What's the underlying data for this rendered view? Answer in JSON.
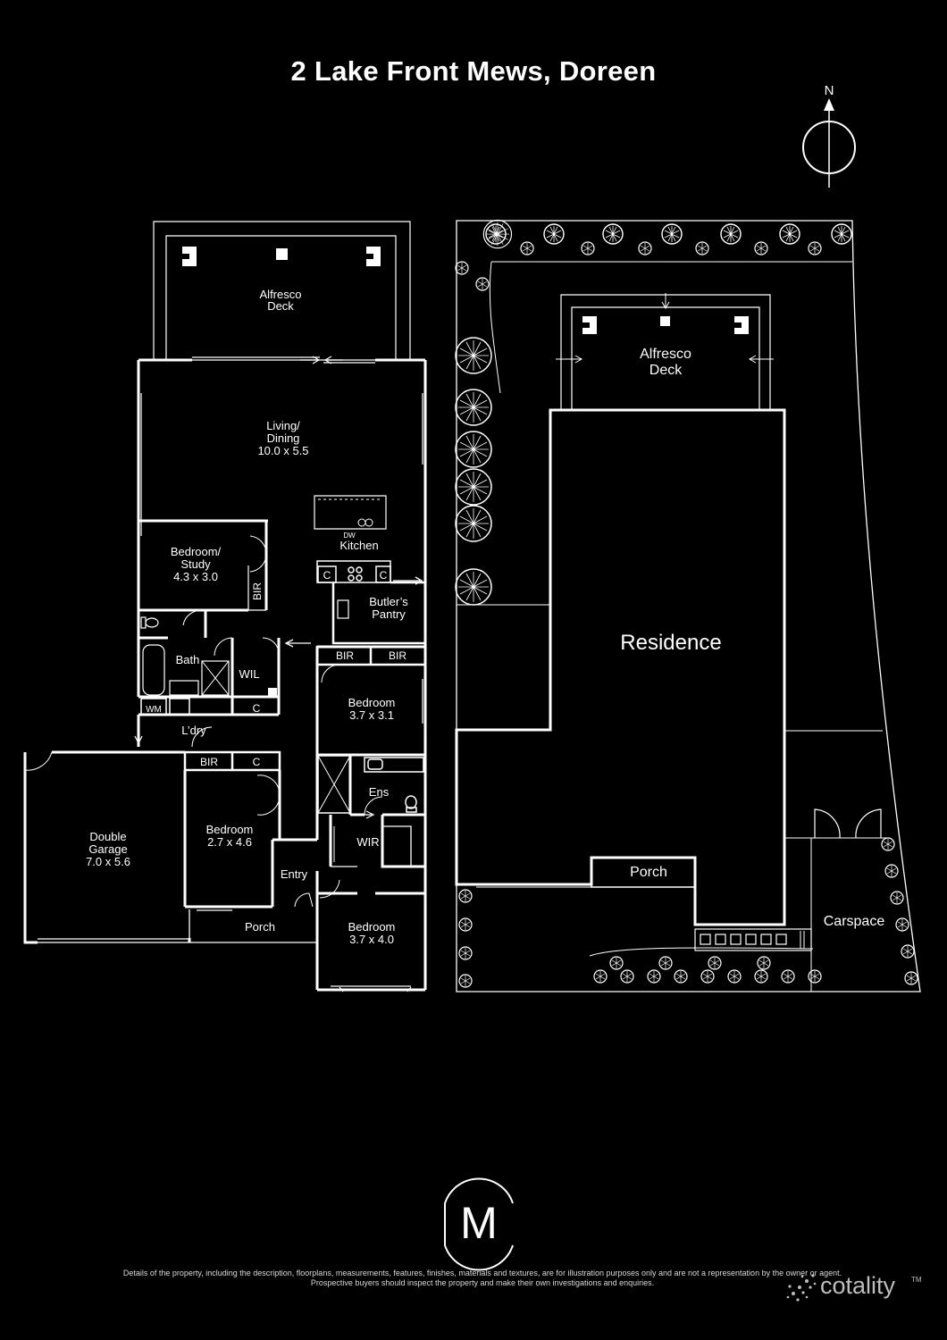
{
  "title": "2 Lake Front Mews, Doreen",
  "compass": {
    "north_label": "N"
  },
  "floorplan": {
    "alfresco_1": "Alfresco",
    "alfresco_2": "Deck",
    "living_1": "Living/",
    "living_2": "Dining",
    "living_size": "10.0 x 5.5",
    "dw": "DW",
    "kitchen": "Kitchen",
    "study_1": "Bedroom/",
    "study_2": "Study",
    "study_size": "4.3 x 3.0",
    "bir_vertical": "BIR",
    "c_left": "C",
    "c_right": "C",
    "butlers_1": "Butler’s",
    "butlers_2": "Pantry",
    "bath": "Bath",
    "wil": "WIL",
    "bir_a": "BIR",
    "bir_b": "BIR",
    "wm": "WM",
    "c_ldry": "C",
    "ldry": "L’dry",
    "bed_mid": "Bedroom",
    "bed_mid_size": "3.7 x 3.1",
    "bir_c": "BIR",
    "c_bed": "C",
    "ens": "Ens",
    "garage_1": "Double",
    "garage_2": "Garage",
    "garage_size": "7.0 x 5.6",
    "bed_left": "Bedroom",
    "bed_left_size": "2.7 x 4.6",
    "wir": "WIR",
    "entry": "Entry",
    "porch": "Porch",
    "bed_right": "Bedroom",
    "bed_right_size": "3.7 x 4.0"
  },
  "siteplan": {
    "alfresco_1": "Alfresco",
    "alfresco_2": "Deck",
    "residence": "Residence",
    "porch": "Porch",
    "carspace": "Carspace"
  },
  "logo": {
    "monogram": "M"
  },
  "disclaimer": {
    "line1": "Details of the property, including the description, floorplans, measurements, features, finishes, materials and textures, are for illustration purposes only and are not a representation by the owner or agent.",
    "line2": "Prospective buyers should inspect the property and make their own investigations and enquiries."
  },
  "brand": {
    "name": "cotality",
    "tm": "TM"
  }
}
